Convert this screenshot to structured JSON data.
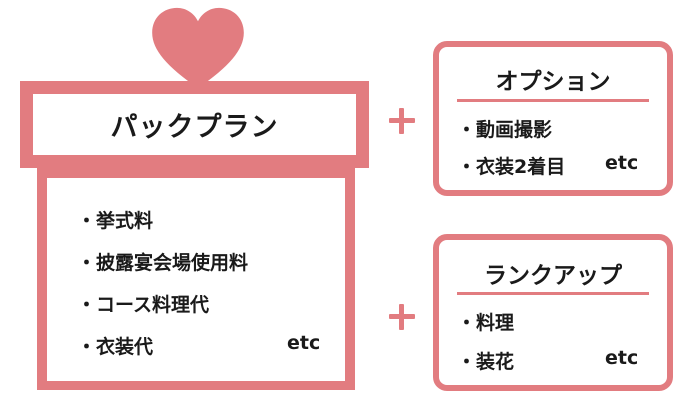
{
  "pack": {
    "title": "パックプラン",
    "items": [
      "・挙式料",
      "・披露宴会場使用料",
      "・コース料理代",
      "・衣装代"
    ],
    "etc": "etc"
  },
  "option": {
    "title": "オプション",
    "items": [
      "・動画撮影",
      "・衣装2着目"
    ],
    "etc": "etc"
  },
  "rankup": {
    "title": "ランクアップ",
    "items": [
      "・料理",
      "・装花"
    ],
    "etc": "etc"
  },
  "colors": {
    "accent": "#e27c80",
    "text": "#1a1a1a"
  },
  "icons": [
    "heart-icon",
    "plus-icon"
  ]
}
